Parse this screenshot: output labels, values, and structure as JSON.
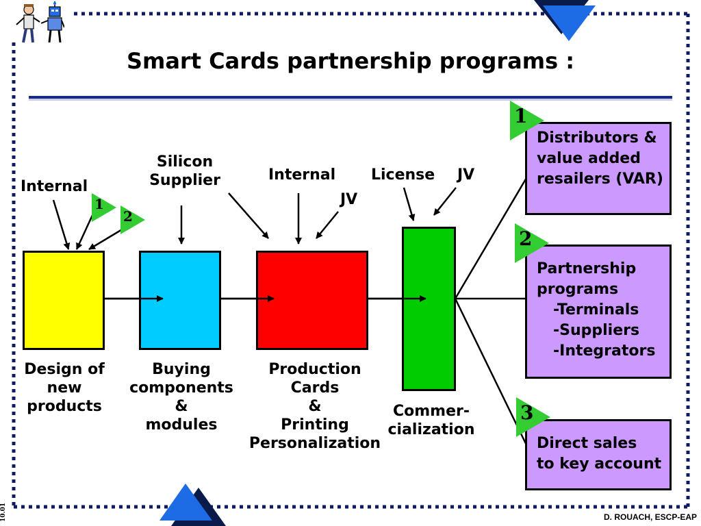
{
  "slide": {
    "title": "Smart Cards partnership programs :",
    "footer": "D. ROUACH, ESCP-EAP",
    "side_note": "10.01"
  },
  "inputs": {
    "internal_1": "Internal",
    "silicon_supplier": "Silicon\nSupplier",
    "internal_2": "Internal",
    "jv_1": "JV",
    "license": "License",
    "jv_2": "JV"
  },
  "stages": {
    "design": "Design of\nnew\nproducts",
    "buying": "Buying\ncomponents\n&\nmodules",
    "production": "Production\nCards\n&\nPrinting\nPersonalization",
    "commercialization": "Commer-\ncialization"
  },
  "outcomes": {
    "var": [
      "Distributors &",
      "value added",
      "resailers (VAR)"
    ],
    "partnership": {
      "title": [
        "Partnership",
        "programs"
      ],
      "items": [
        "-Terminals",
        "-Suppliers",
        "-Integrators"
      ]
    },
    "direct": [
      "Direct sales",
      "to key account"
    ]
  },
  "badges": {
    "b1": "1",
    "b2": "2",
    "b3": "3",
    "small_1": "1",
    "small_2": "2"
  },
  "colors": {
    "design": "#ffff00",
    "buying": "#00ccff",
    "production": "#ff0000",
    "commercialization": "#00cc00",
    "outcome": "#cc99ff",
    "badge": "#33cc33",
    "accent_blue": "#1e6be6",
    "navy": "#0a1a4a",
    "dots": "#0d1a66"
  }
}
